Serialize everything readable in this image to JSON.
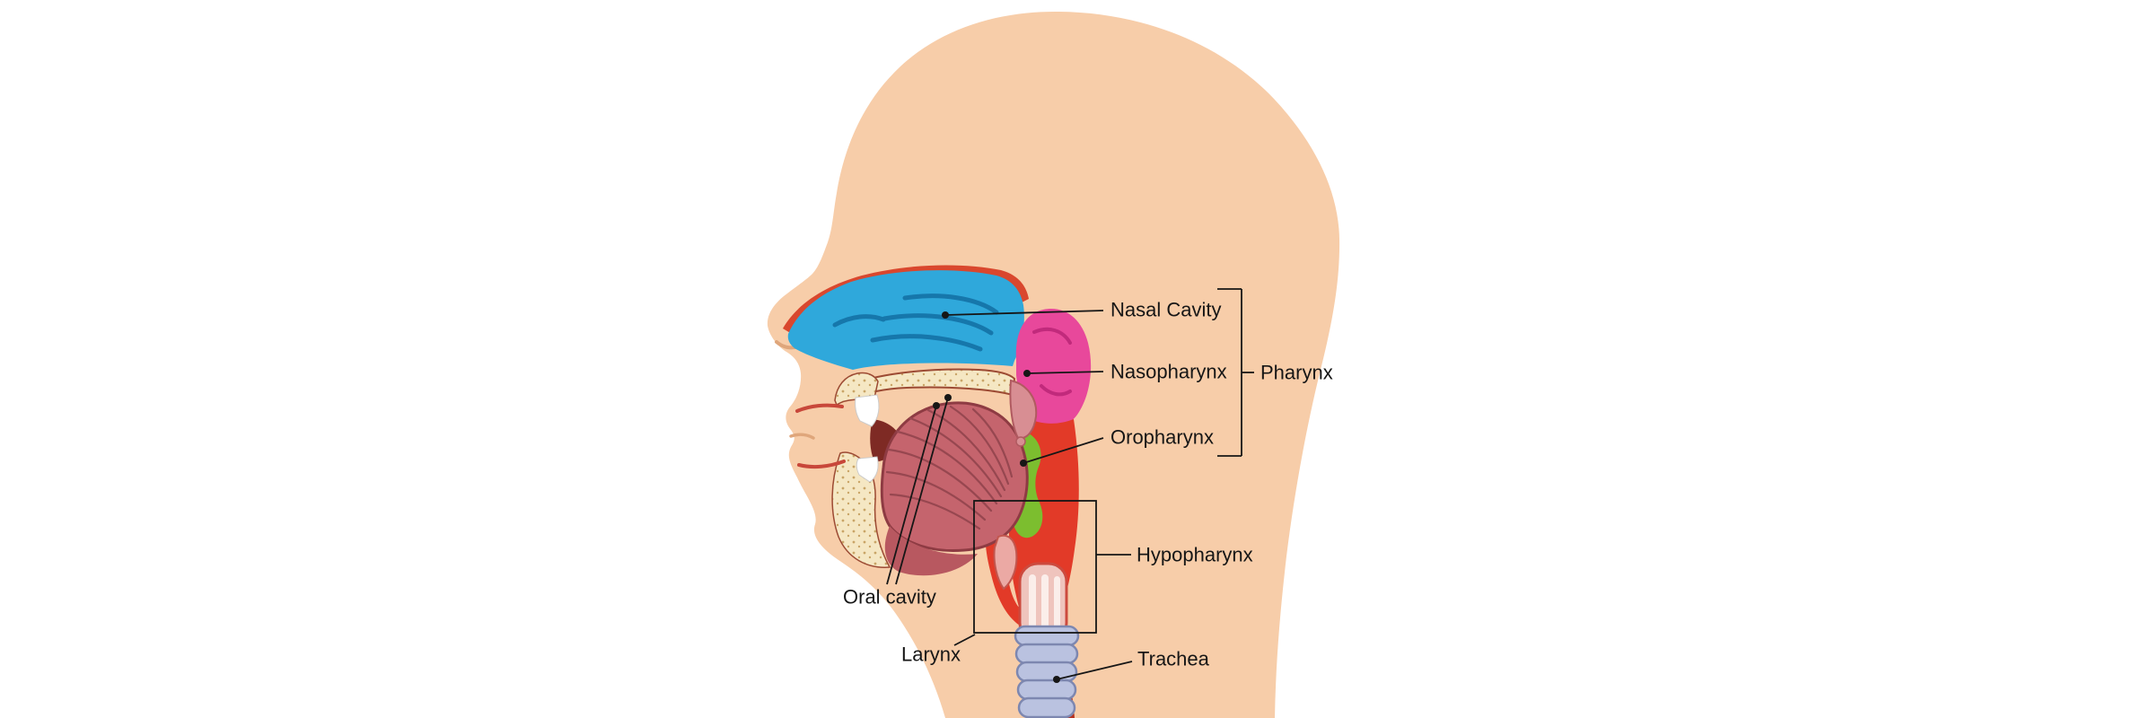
{
  "diagram": {
    "subject": "Sagittal section of the human head and neck showing the pharynx regions"
  },
  "labels": {
    "nasal_cavity": "Nasal Cavity",
    "nasopharynx": "Nasopharynx",
    "oropharynx": "Oropharynx",
    "pharynx": "Pharynx",
    "hypopharynx": "Hypopharynx",
    "oral_cavity": "Oral cavity",
    "larynx": "Larynx",
    "trachea": "Trachea"
  },
  "colors": {
    "background": "#ffffff",
    "skin": "#f7cda9",
    "nasal_cavity": "#2fa8db",
    "nasal_cavity_lines": "#1677ab",
    "nasal_roof": "#d9472e",
    "nasopharynx": "#e8489b",
    "nasopharynx_accent": "#c12a7c",
    "oropharynx": "#7cbe2f",
    "pharynx_muscle": "#e23a28",
    "esophagus": "#b5301f",
    "bone": "#f5e7c3",
    "bone_dots": "#c9a567",
    "bone_outline": "#9c4a33",
    "tongue": "#c5646d",
    "tongue_outline": "#8e3b43",
    "tongue_lines": "#974750",
    "soft_palate": "#d88e93",
    "epiglottis": "#eba9a4",
    "larynx_inner": "#efc4bd",
    "larynx_outline": "#cc4a3e",
    "trachea": "#bac2e0",
    "trachea_outline": "#7d87b0",
    "mouth_gap": "#7e2a24",
    "teeth": "#ffffff",
    "leader_line": "#161616",
    "label_text": "#161616"
  }
}
